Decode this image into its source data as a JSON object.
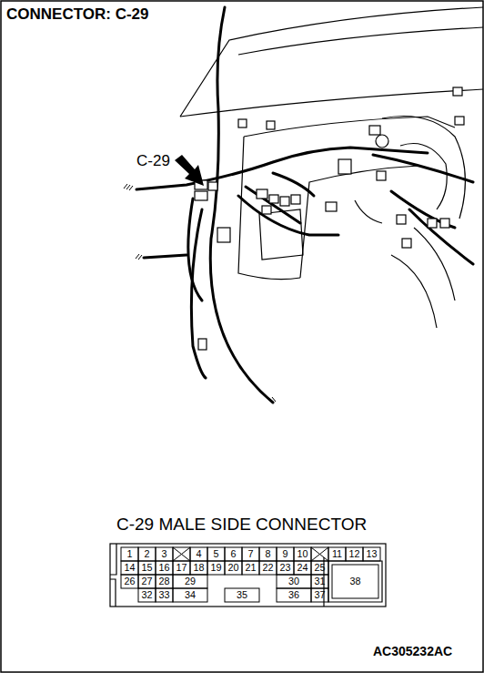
{
  "diagram": {
    "title": "CONNECTOR: C-29",
    "labels": [
      "C-29",
      "C-29 MALE SIDE CONNECTOR",
      "1",
      "2",
      "3",
      "4",
      "5",
      "6",
      "7",
      "8",
      "9",
      "10",
      "11",
      "12",
      "13",
      "14",
      "15",
      "16",
      "17",
      "18",
      "19",
      "20",
      "21",
      "22",
      "23",
      "24",
      "25",
      "26",
      "27",
      "28",
      "29",
      "30",
      "31",
      "32",
      "33",
      "34",
      "35",
      "36",
      "37",
      "38",
      "AC305232AC"
    ]
  }
}
